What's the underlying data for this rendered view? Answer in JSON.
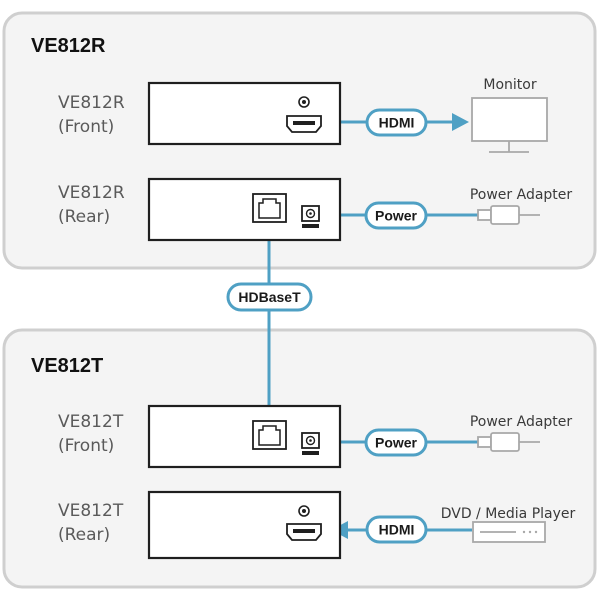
{
  "panels": {
    "receiver": {
      "title": "VE812R",
      "front": {
        "model": "VE812R",
        "side": "(Front)"
      },
      "rear": {
        "model": "VE812R",
        "side": "(Rear)"
      }
    },
    "transmitter": {
      "title": "VE812T",
      "front": {
        "model": "VE812T",
        "side": "(Front)"
      },
      "rear": {
        "model": "VE812T",
        "side": "(Rear)"
      }
    }
  },
  "connections": {
    "hdmi_out": "HDMI",
    "power_receiver": "Power",
    "hdbaset": "HDBaseT",
    "power_transmitter": "Power",
    "hdmi_in": "HDMI"
  },
  "devices": {
    "monitor": "Monitor",
    "power_adapter_receiver": "Power Adapter",
    "power_adapter_transmitter": "Power Adapter",
    "source": "DVD / Media Player"
  },
  "colors": {
    "cable": "#4fa0c4",
    "panel_background": "#f4f4f4",
    "panel_border": "#cfcfcf"
  },
  "icons": [
    "hdmi-port-icon",
    "ir-sensor-icon",
    "rj45-port-icon",
    "dc-jack-icon",
    "monitor-icon",
    "power-adapter-icon",
    "media-player-icon"
  ]
}
